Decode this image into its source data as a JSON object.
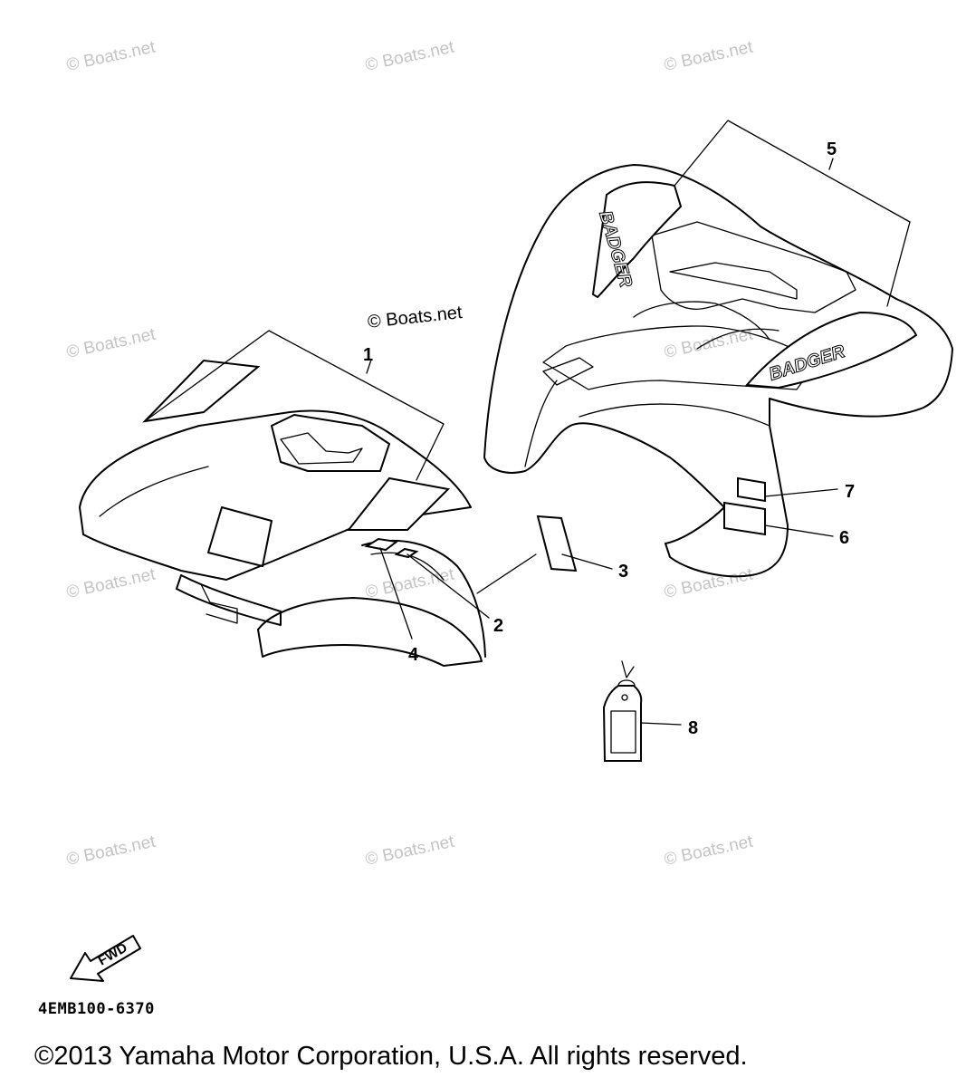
{
  "watermark": "© Boats.net",
  "overlay_watermark": "© Boats.net",
  "callouts": [
    "1",
    "2",
    "3",
    "4",
    "5",
    "6",
    "7",
    "8"
  ],
  "decal_text": "BADGER",
  "fwd_label": "FWD",
  "part_code": "4EMB100-6370",
  "copyright": "©2013 Yamaha Motor Corporation, U.S.A. All rights reserved."
}
